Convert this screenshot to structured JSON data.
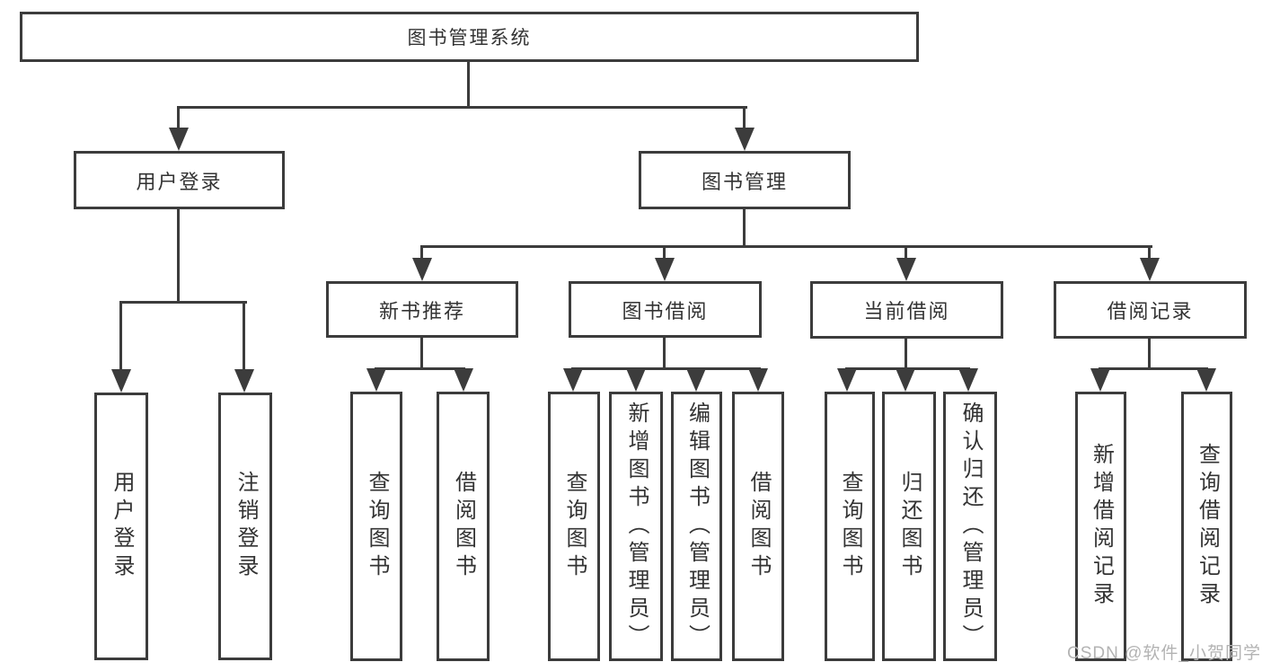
{
  "diagram_type": "tree",
  "colors": {
    "line": "#3c3c3c",
    "box_border": "#3c3c3c",
    "box_fill": "#ffffff",
    "text": "#333333",
    "watermark": "#b3b3b3",
    "background": "#ffffff"
  },
  "hierarchy": {
    "label": "图书管理系统",
    "children": [
      {
        "label": "用户登录",
        "children": [
          {
            "label": "用户登录"
          },
          {
            "label": "注销登录"
          }
        ]
      },
      {
        "label": "图书管理",
        "children": [
          {
            "label": "新书推荐",
            "children": [
              {
                "label": "查询图书"
              },
              {
                "label": "借阅图书"
              }
            ]
          },
          {
            "label": "图书借阅",
            "children": [
              {
                "label": "查询图书"
              },
              {
                "label": "新增图书（管理员）"
              },
              {
                "label": "编辑图书（管理员）"
              },
              {
                "label": "借阅图书"
              }
            ]
          },
          {
            "label": "当前借阅",
            "children": [
              {
                "label": "查询图书"
              },
              {
                "label": "归还图书"
              },
              {
                "label": "确认归还（管理员）"
              }
            ]
          },
          {
            "label": "借阅记录",
            "children": [
              {
                "label": "新增借阅记录"
              },
              {
                "label": "查询借阅记录"
              }
            ]
          }
        ]
      }
    ]
  },
  "watermark": {
    "text": "CSDN @软件_小贺同学"
  }
}
